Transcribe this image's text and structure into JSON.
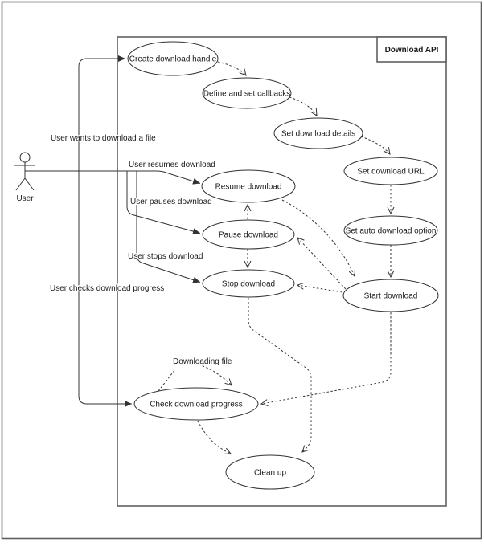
{
  "diagram_type": "uml-use-case-diagram",
  "system": {
    "title": "Download API"
  },
  "actor": {
    "label": "User"
  },
  "use_cases": {
    "create_handle": "Create download handle",
    "set_callbacks": "Define and set callbacks",
    "set_details": "Set download details",
    "set_url": "Set download URL",
    "set_auto": "Set auto download option",
    "resume": "Resume download",
    "pause": "Pause download",
    "stop": "Stop download",
    "start": "Start download",
    "check_progress": "Check download progress",
    "clean_up": "Clean up"
  },
  "edge_labels": {
    "wants_download": "User wants to download a file",
    "resumes": "User resumes download",
    "pauses": "User pauses download",
    "stops": "User stops download",
    "checks_progress": "User checks download progress",
    "downloading_file": "Downloading file"
  }
}
